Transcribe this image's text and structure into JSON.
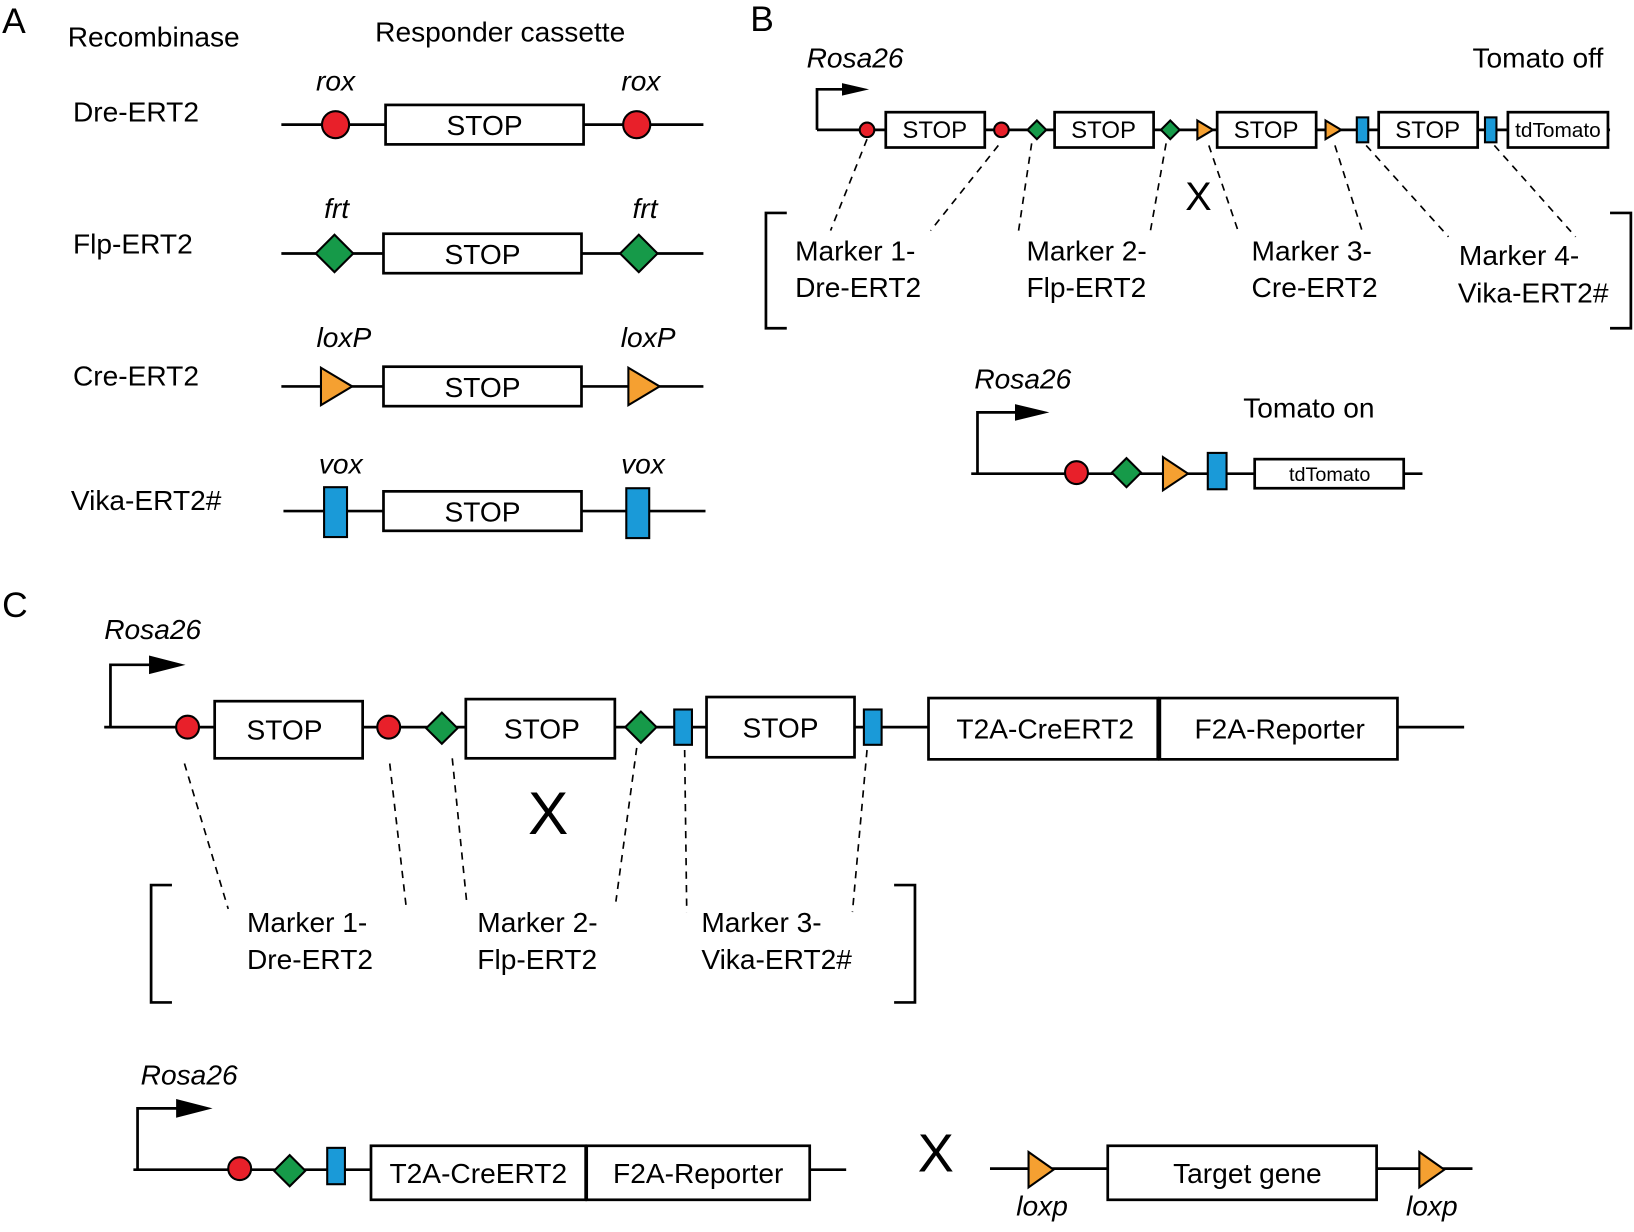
{
  "colors": {
    "rox": "#E8202A",
    "frt": "#169A49",
    "loxp": "#F5A031",
    "vox": "#1A9AD8",
    "line": "#000000",
    "box_fill": "#FFFFFF"
  },
  "panel_a": {
    "label": "A",
    "header_recombinase": "Recombinase",
    "header_cassette": "Responder cassette",
    "rows": [
      {
        "recombinase": "Dre-ERT2",
        "site": "rox",
        "site_icon": "red-circle-icon",
        "block": "STOP"
      },
      {
        "recombinase": "Flp-ERT2",
        "site": "frt",
        "site_icon": "green-diamond-icon",
        "block": "STOP"
      },
      {
        "recombinase": "Cre-ERT2",
        "site": "loxP",
        "site_icon": "orange-triangle-icon",
        "block": "STOP"
      },
      {
        "recombinase": "Vika-ERT2#",
        "site": "vox",
        "site_icon": "blue-rectangle-icon",
        "block": "STOP"
      }
    ]
  },
  "panel_b": {
    "label": "B",
    "off": {
      "locus": "Rosa26",
      "state": "Tomato off",
      "blocks": [
        "STOP",
        "STOP",
        "STOP",
        "STOP",
        "tdTomato"
      ],
      "cross": "X",
      "markers": [
        {
          "line1": "Marker 1-",
          "line2": "Dre-ERT2"
        },
        {
          "line1": "Marker 2-",
          "line2": "Flp-ERT2"
        },
        {
          "line1": "Marker 3-",
          "line2": "Cre-ERT2"
        },
        {
          "line1": "Marker 4-",
          "line2": "Vika-ERT2#"
        }
      ]
    },
    "on": {
      "locus": "Rosa26",
      "state": "Tomato on",
      "reporter": "tdTomato"
    }
  },
  "panel_c": {
    "label": "C",
    "construct": {
      "locus": "Rosa26",
      "blocks": [
        "STOP",
        "STOP",
        "STOP"
      ],
      "creert2": "T2A-CreERT2",
      "reporter": "F2A-Reporter",
      "cross": "X",
      "markers": [
        {
          "line1": "Marker 1-",
          "line2": "Dre-ERT2"
        },
        {
          "line1": "Marker 2-",
          "line2": "Flp-ERT2"
        },
        {
          "line1": "Marker 3-",
          "line2": "Vika-ERT2#"
        }
      ]
    },
    "recombined": {
      "locus": "Rosa26",
      "creert2": "T2A-CreERT2",
      "reporter": "F2A-Reporter"
    },
    "cross": "X",
    "target": {
      "gene": "Target gene",
      "site": "loxp"
    }
  }
}
